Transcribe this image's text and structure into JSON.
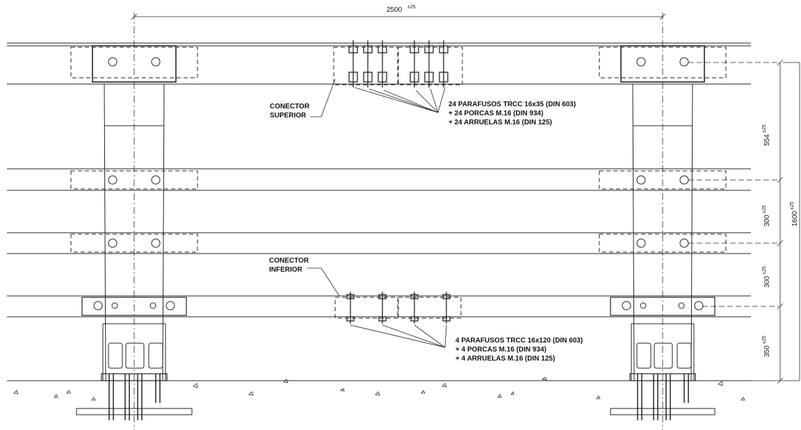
{
  "dimensions": {
    "top_span": {
      "value": "2500",
      "tol": "±25"
    },
    "d554": {
      "value": "554",
      "tol": "±25"
    },
    "d300a": {
      "value": "300",
      "tol": "±25"
    },
    "d300b": {
      "value": "300",
      "tol": "±25"
    },
    "d350": {
      "value": "350",
      "tol": "±25"
    },
    "d1600": {
      "value": "1600",
      "tol": "±25"
    }
  },
  "upper_connector": {
    "label_line1": "CONECTOR",
    "label_line2": "SUPERIOR",
    "callout": [
      "24 PARAFUSOS TRCC 16x35 (DIN 603)",
      "+ 24 PORCAS M.16 (DIN 934)",
      "+ 24 ARRUELAS M.16 (DIN 125)"
    ]
  },
  "lower_connector": {
    "label_line1": "CONECTOR",
    "label_line2": "INFERIOR",
    "callout": [
      "4 PARAFUSOS TRCC 16x120 (DIN 603)",
      "+ 4 PORCAS M.16 (DIN 934)",
      "+ 4 ARRUELAS M.16 (DIN 125)"
    ]
  },
  "colors": {
    "line": "#222222",
    "background": "#ffffff"
  }
}
